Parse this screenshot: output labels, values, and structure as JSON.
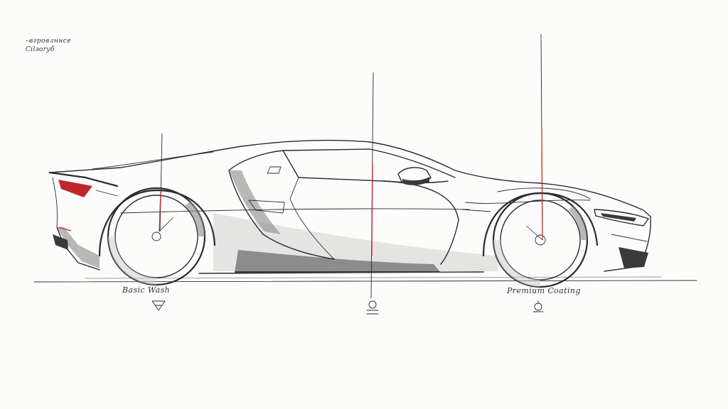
{
  "corner_note": {
    "line1": "–вгрoвлннсe",
    "line2": "Cilэorуб"
  },
  "callouts": {
    "basic": {
      "label": "Basic Wash"
    },
    "premium": {
      "label": "Premium Coating"
    }
  },
  "colors": {
    "ink": "#2b2b2b",
    "accent_red": "#c0262b",
    "paper": "#fcfcfb"
  },
  "icons": {
    "basic_symbol": "triangle-symbol-icon",
    "middle_symbol": "bucket-symbol-icon",
    "premium_symbol": "bell-symbol-icon"
  }
}
